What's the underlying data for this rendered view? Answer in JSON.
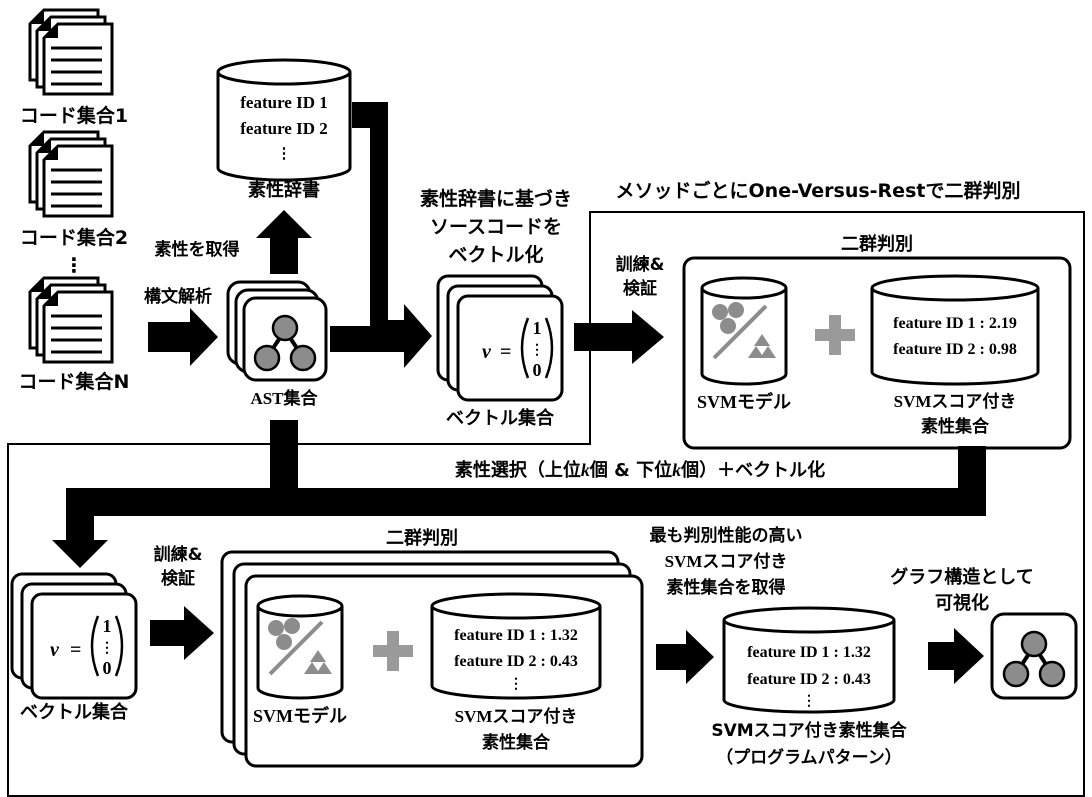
{
  "code_sets": {
    "set1": "コード集合1",
    "set2": "コード集合2",
    "setN": "コード集合N",
    "dots": "⋮"
  },
  "feature_dictionary": {
    "lines": [
      "feature ID 1",
      "feature ID 2"
    ],
    "dots": "⋮",
    "label": "素性辞書"
  },
  "parse_label": "構文解析",
  "acquire_label": "素性を取得",
  "ast_label": "AST集合",
  "vectorize_label": [
    "素性辞書に基づき",
    "ソースコードを",
    "ベクトル化"
  ],
  "vector": {
    "var": "v",
    "eq": "=",
    "top": "1",
    "mid": "⋮",
    "bottom": "0"
  },
  "vector_set_label": "ベクトル集合",
  "ovr_title": "メソッドごとにOne-Versus-Restで二群判別",
  "train_label": [
    "訓練&",
    "検証"
  ],
  "stage1": {
    "title": "二群判別",
    "model_label": "SVMモデル",
    "scores": [
      "feature ID 1 : 2.19",
      "feature ID 2 : 0.98"
    ],
    "score_label": [
      "SVMスコア付き",
      "素性集合"
    ]
  },
  "selection_label": "素性選択（上位k個 & 下位k個）＋ベクトル化",
  "stage2": {
    "title": "二群判別",
    "model_label": "SVMモデル",
    "scores": [
      "feature ID 1 : 1.32",
      "feature ID 2 : 0.43"
    ],
    "dots": "⋮",
    "score_label": [
      "SVMスコア付き",
      "素性集合"
    ]
  },
  "best_label": [
    "最も判別性能の高い",
    "SVMスコア付き",
    "素性集合を取得"
  ],
  "final_set": {
    "scores": [
      "feature ID 1 : 1.32",
      "feature ID 2 : 0.43"
    ],
    "dots": "⋮",
    "label": [
      "SVMスコア付き素性集合",
      "（プログラムパターン）"
    ]
  },
  "visualize_label": [
    "グラフ構造として",
    "可視化"
  ],
  "colors": {
    "node": "#8c8c8c",
    "plus": "#9a9a9a",
    "frame": "#000000"
  }
}
